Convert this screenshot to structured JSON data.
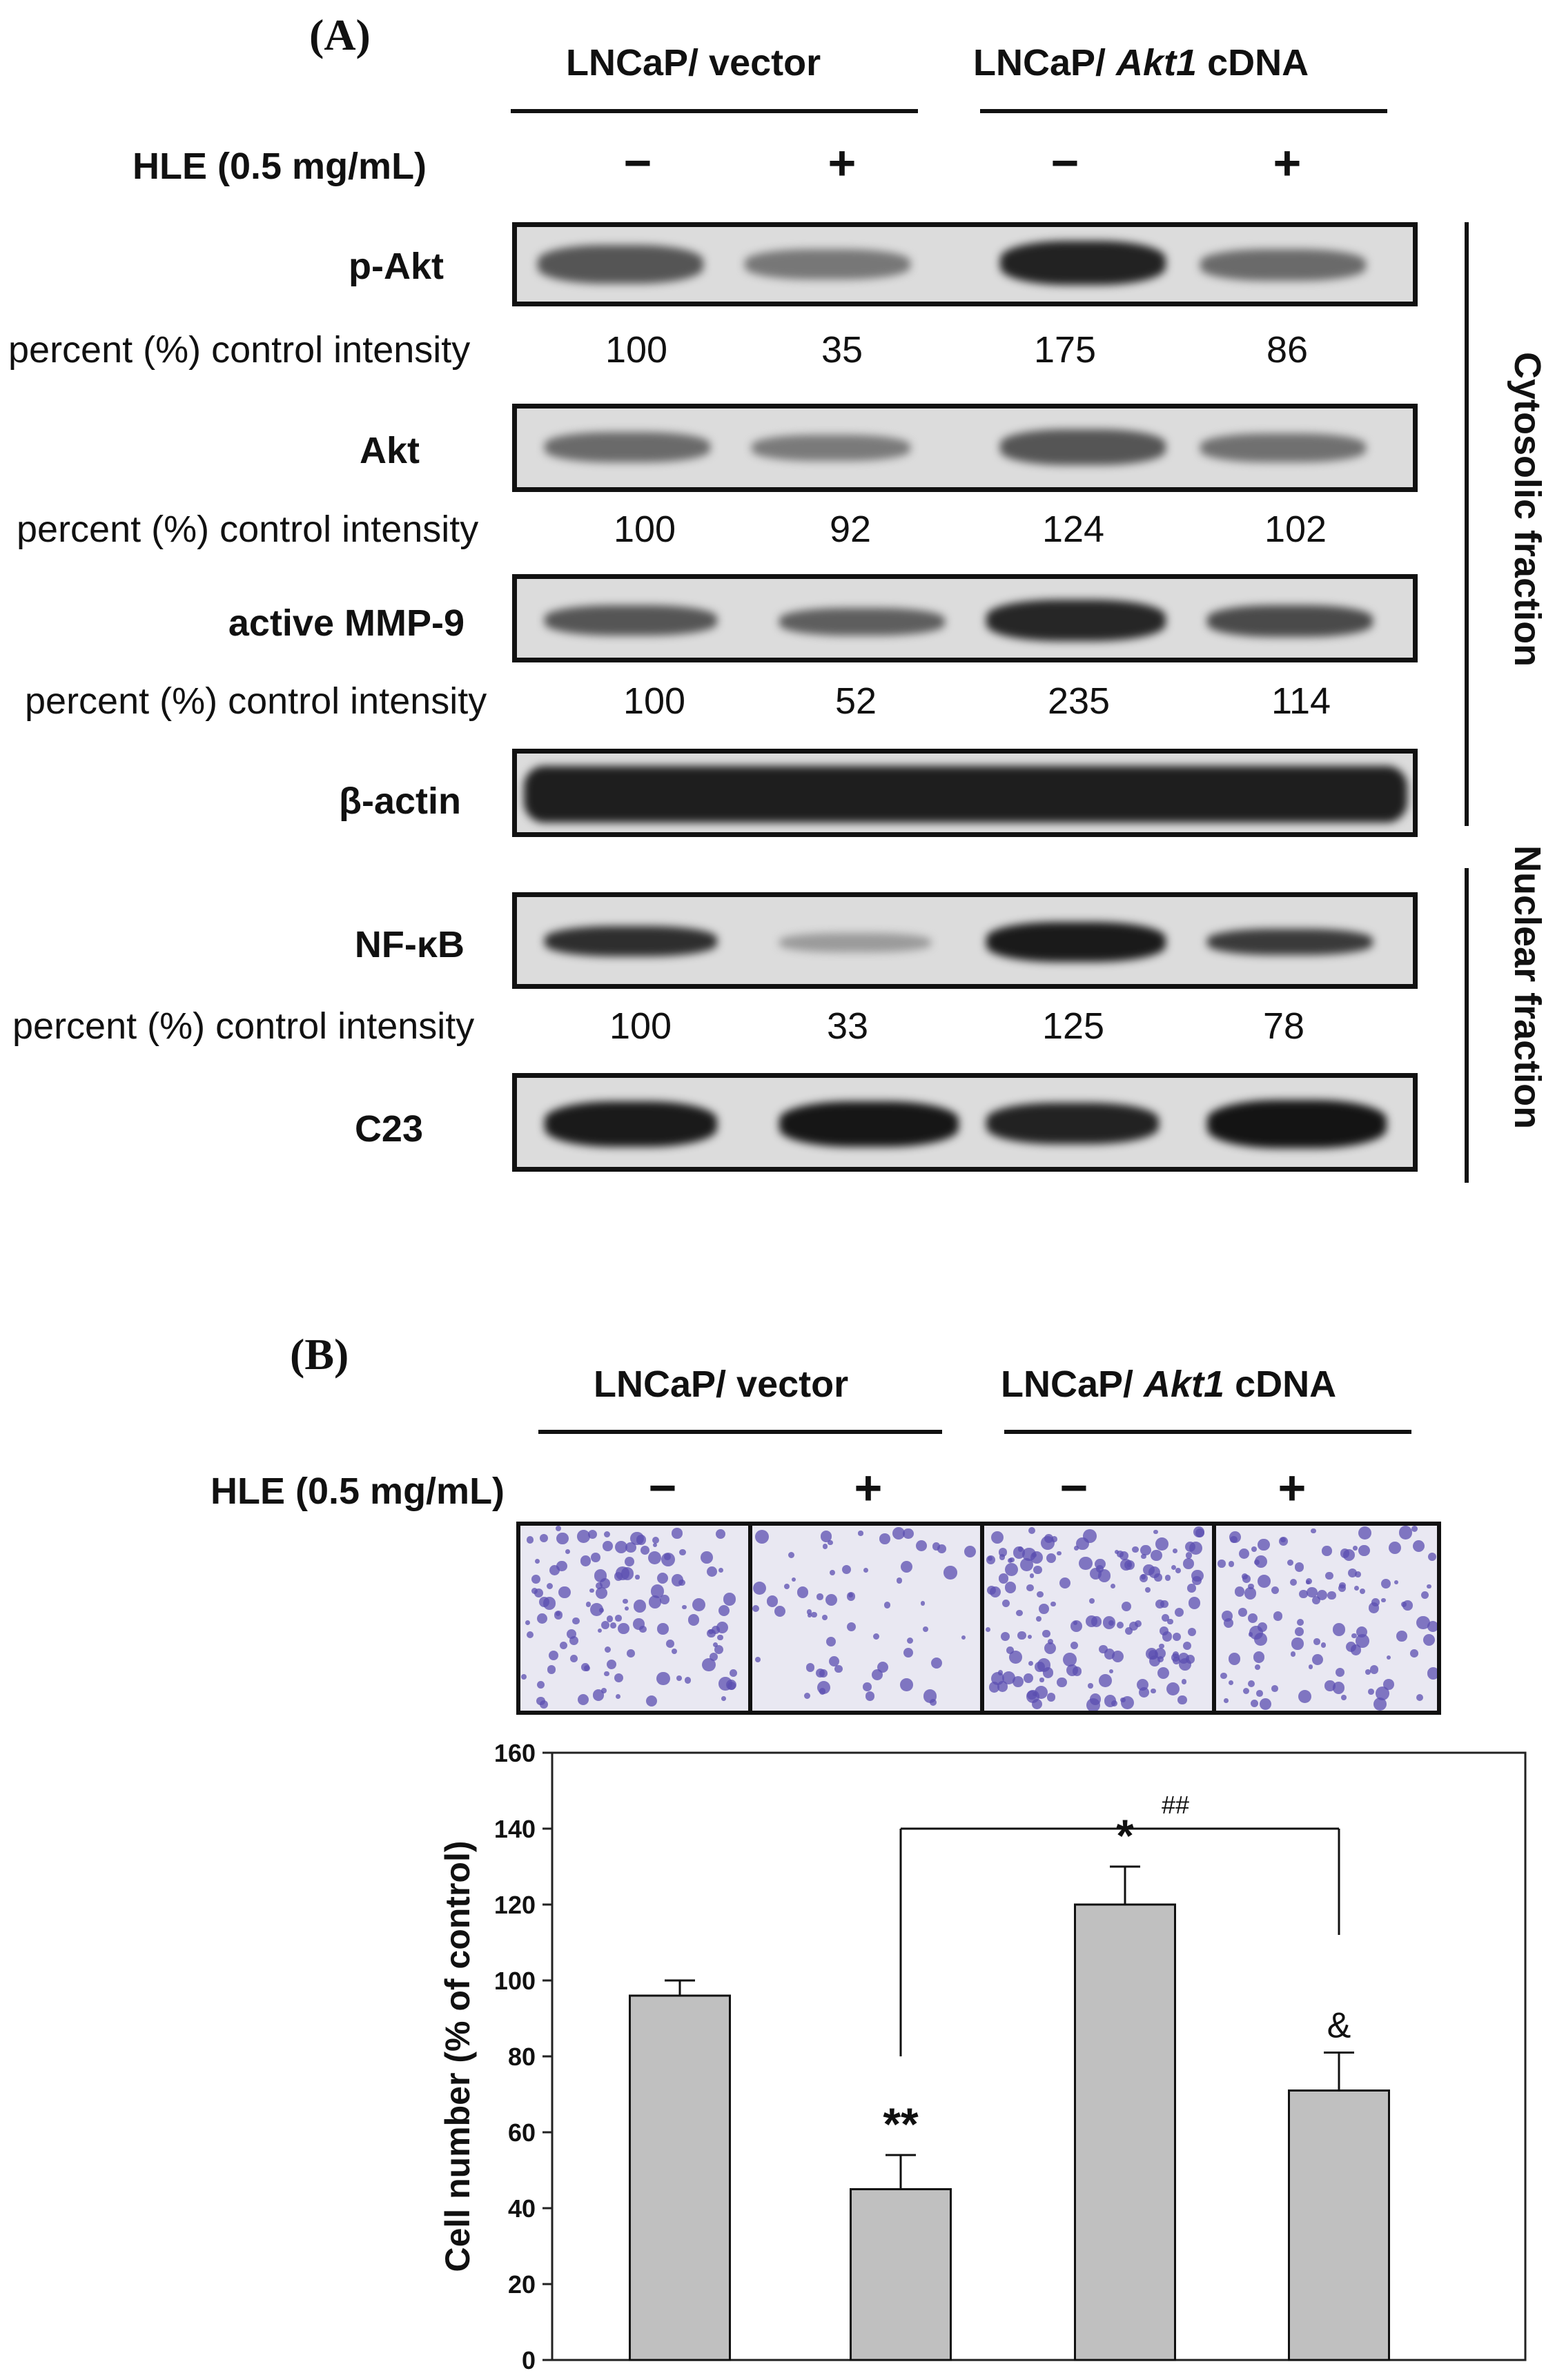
{
  "panel_a": {
    "letter": "(A)",
    "group_vector": "LNCaP/ vector",
    "group_akt_prefix": "LNCaP/ ",
    "group_akt_gene": "Akt1",
    "group_akt_suffix": " cDNA",
    "treatment_label": "HLE (0.5 mg/mL)",
    "signs": [
      "−",
      "+",
      "−",
      "+"
    ],
    "blots": [
      {
        "label": "p-Akt",
        "quant_label": "percent (%) control intensity",
        "values": [
          "100",
          "35",
          "175",
          "86"
        ]
      },
      {
        "label": "Akt",
        "quant_label": "percent (%) control intensity",
        "values": [
          "100",
          "92",
          "124",
          "102"
        ]
      },
      {
        "label": "active MMP-9",
        "quant_label": "percent (%) control intensity",
        "values": [
          "100",
          "52",
          "235",
          "114"
        ]
      },
      {
        "label": "β-actin"
      },
      {
        "label": "NF-κB",
        "quant_label": "percent (%) control intensity",
        "values": [
          "100",
          "33",
          "125",
          "78"
        ]
      },
      {
        "label": "C23"
      }
    ],
    "fraction_cytosolic": "Cytosolic fraction",
    "fraction_nuclear": "Nuclear fraction"
  },
  "panel_b": {
    "letter": "(B)",
    "group_vector": "LNCaP/ vector",
    "group_akt_prefix": "LNCaP/ ",
    "group_akt_gene": "Akt1",
    "group_akt_suffix": " cDNA",
    "treatment_label": "HLE (0.5 mg/mL)",
    "signs": [
      "−",
      "+",
      "−",
      "+"
    ]
  },
  "chart_data": {
    "type": "bar",
    "categories": [
      "LNCaP/ vector −",
      "LNCaP/ vector +",
      "LNCaP/ Akt1 cDNA −",
      "LNCaP/ Akt1 cDNA +"
    ],
    "values": [
      96,
      45,
      120,
      71
    ],
    "errors": [
      4,
      9,
      10,
      10
    ],
    "annotations": [
      "",
      "**",
      "*",
      "&"
    ],
    "comparison_label": "##",
    "ylabel": "Cell number (% of control)",
    "ylim": [
      0,
      160
    ],
    "yticks": [
      "0",
      "20",
      "40",
      "60",
      "80",
      "100",
      "120",
      "140",
      "160"
    ],
    "bar_color": "#c0c0c0"
  }
}
